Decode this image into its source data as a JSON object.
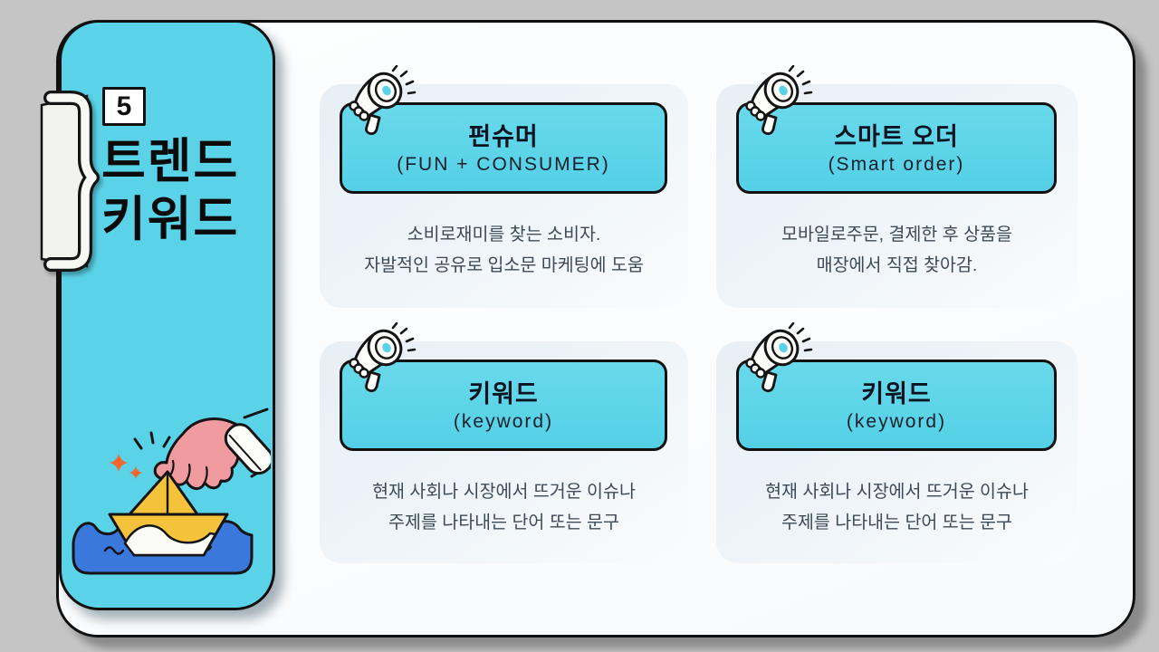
{
  "slide": {
    "number": "5",
    "title_line1": "트렌드",
    "title_line2": "키워드"
  },
  "cards": [
    {
      "title": "펀슈머",
      "subtitle": "(FUN + CONSUMER)",
      "body_line1": "소비로재미를 찾는 소비자.",
      "body_line2": "자발적인 공유로 입소문 마케팅에 도움"
    },
    {
      "title": "스마트 오더",
      "subtitle": "(Smart order)",
      "body_line1": "모바일로주문, 결제한 후 상품을",
      "body_line2": "매장에서 직접 찾아감."
    },
    {
      "title": "키워드",
      "subtitle": "(keyword)",
      "body_line1": "현재 사회나 시장에서 뜨거운 이슈나",
      "body_line2": "주제를 나타내는 단어 또는 문구"
    },
    {
      "title": "키워드",
      "subtitle": "(keyword)",
      "body_line1": "현재 사회나 시장에서 뜨거운 이슈나",
      "body_line2": "주제를 나타내는 단어 또는 문구"
    }
  ],
  "icons": {
    "megaphone": "megaphone-icon",
    "clip": "page-clip-icon",
    "illustration": "hand-placing-paper-boat-illustration"
  },
  "colors": {
    "background_gray": "#C5C5C5",
    "accent_cyan": "#5AD2E7",
    "outline_black": "#101010",
    "card_bg": "#EAF1F7",
    "body_text": "#3D4A57",
    "water_blue": "#3B78DB",
    "boat_yellow": "#F5C33B",
    "hand_pink": "#F09B9F",
    "sparkle_orange": "#F2672D"
  }
}
